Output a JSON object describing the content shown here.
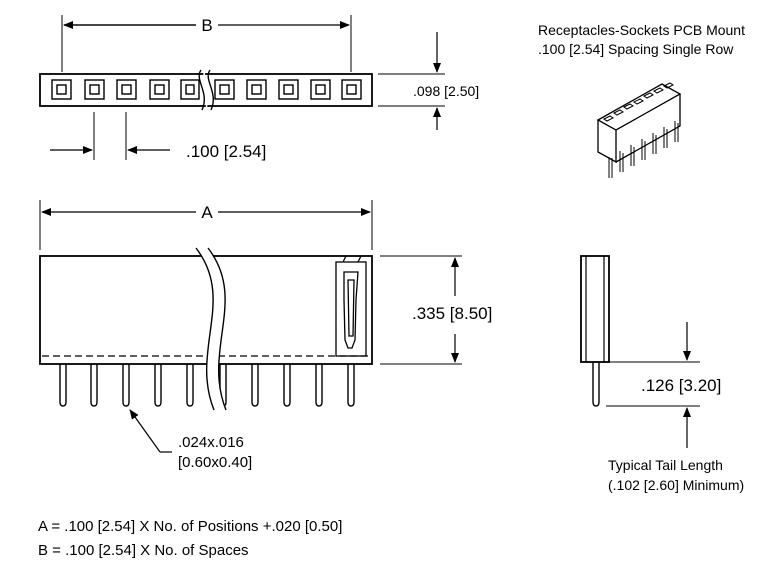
{
  "header": {
    "title_line1": "Receptacles-Sockets PCB Mount",
    "title_line2": ".100 [2.54] Spacing Single Row"
  },
  "dimensions": {
    "b_label": "B",
    "height_top": ".098 [2.50]",
    "pitch": ".100 [2.54]",
    "a_label": "A",
    "body_height": ".335 [8.50]",
    "pin_size_line1": ".024x.016",
    "pin_size_line2": "[0.60x0.40]",
    "tail_length": ".126 [3.20]"
  },
  "notes": {
    "tail_line1": "Typical Tail Length",
    "tail_line2": "(.102 [2.60] Minimum)",
    "formula_a": "A = .100 [2.54] X No. of Positions +.020 [0.50]",
    "formula_b": "B = .100 [2.54] X No. of Spaces"
  },
  "drawing": {
    "line_color": "#000000",
    "background": "#ffffff"
  }
}
